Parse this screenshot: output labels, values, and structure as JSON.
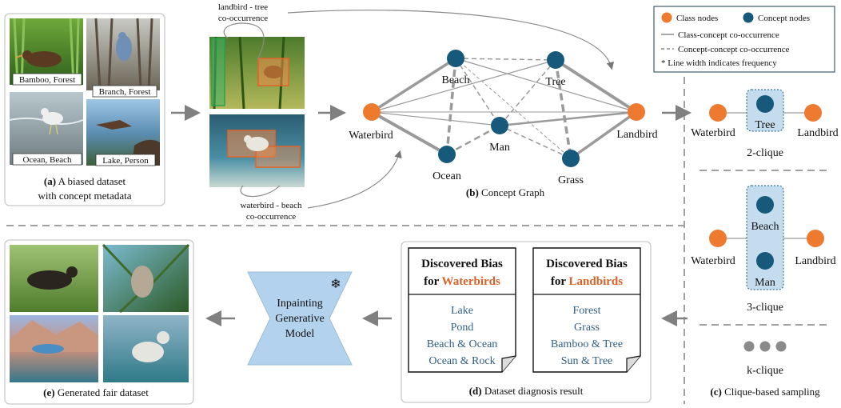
{
  "panel_a": {
    "tags": [
      "Bamboo, Forest",
      "Branch, Forest",
      "Ocean, Beach",
      "Lake, Person"
    ],
    "caption_label": "(a)",
    "caption_line1": "A biased dataset",
    "caption_line2": "with concept metadata"
  },
  "cooccurrence": {
    "landbird_tree_1": "landbird - tree",
    "landbird_tree_2": "co-occurrence",
    "waterbird_beach_1": "waterbird - beach",
    "waterbird_beach_2": "co-occurrence"
  },
  "graph": {
    "nodes": {
      "waterbird": "Waterbird",
      "landbird": "Landbird",
      "beach": "Beach",
      "tree": "Tree",
      "man": "Man",
      "ocean": "Ocean",
      "grass": "Grass"
    },
    "caption_label": "(b)",
    "caption_text": "Concept Graph"
  },
  "legend": {
    "class_nodes": "Class nodes",
    "concept_nodes": "Concept nodes",
    "class_concept": "Class-concept co-occurrence",
    "concept_concept": "Concept-concept co-occurrence",
    "line_width": "* Line width indicates frequency"
  },
  "panel_c": {
    "two_clique": {
      "left": "Waterbird",
      "center": "Tree",
      "right": "Landbird",
      "label": "2-clique"
    },
    "three_clique": {
      "left": "Waterbird",
      "top": "Beach",
      "bottom": "Man",
      "right": "Landbird",
      "label": "3-clique"
    },
    "k_clique": "k-clique",
    "caption_label": "(c)",
    "caption_text": "Clique-based sampling"
  },
  "panel_d": {
    "water_title_1": "Discovered Bias",
    "water_title_for": "for ",
    "water_title_class": "Waterbirds",
    "water_items": [
      "Lake",
      "Pond",
      "Beach & Ocean",
      "Ocean & Rock"
    ],
    "land_title_1": "Discovered Bias",
    "land_title_for": "for ",
    "land_title_class": "Landbirds",
    "land_items": [
      "Forest",
      "Grass",
      "Bamboo & Tree",
      "Sun & Tree"
    ],
    "caption_label": "(d)",
    "caption_text": "Dataset diagnosis result"
  },
  "model": {
    "line1": "Inpainting",
    "line2": "Generative",
    "line3": "Model"
  },
  "panel_e": {
    "caption_label": "(e)",
    "caption_text": "Generated fair dataset"
  },
  "colors": {
    "class_node": "#ee7a30",
    "concept_node": "#16597a",
    "model_fill": "#b3d2ee",
    "bias_accent": "#d9622a"
  }
}
